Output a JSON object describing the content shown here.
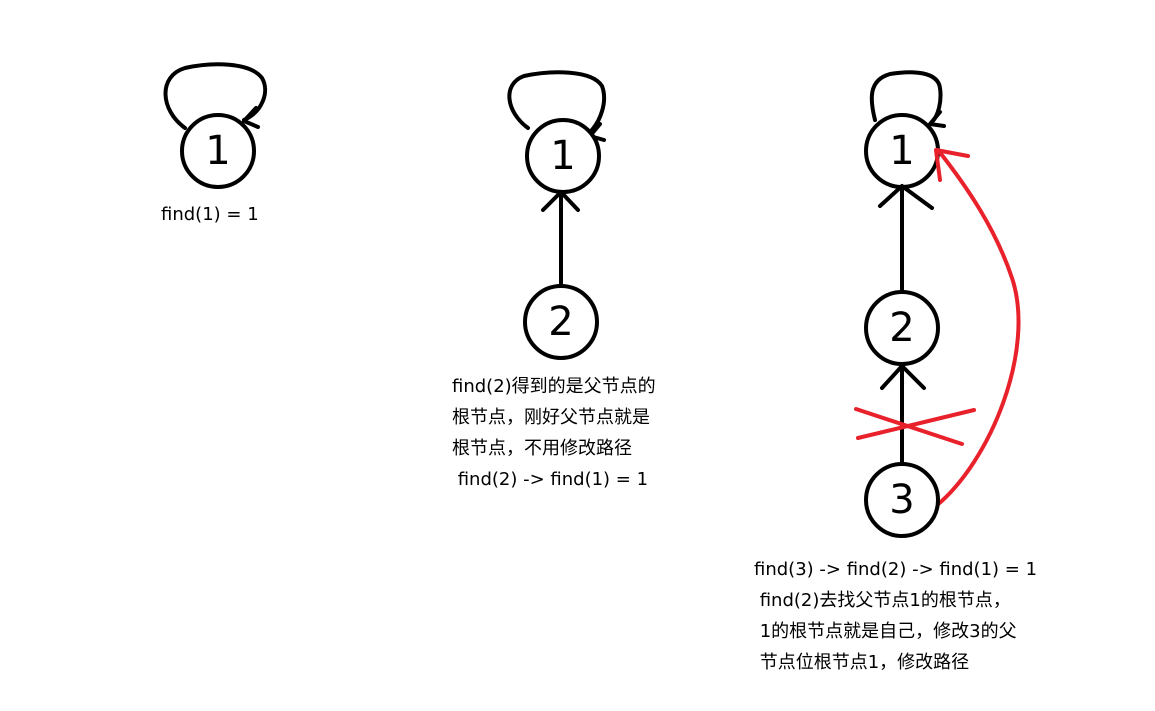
{
  "panels": [
    {
      "nodes": [
        {
          "label": "1"
        }
      ],
      "caption_lines": [
        "find(1) = 1"
      ]
    },
    {
      "nodes": [
        {
          "label": "1"
        },
        {
          "label": "2"
        }
      ],
      "caption_lines": [
        "find(2)得到的是父节点的",
        "根节点，刚好父节点就是",
        "根节点，不用修改路径",
        " find(2) -> find(1) = 1"
      ]
    },
    {
      "nodes": [
        {
          "label": "1"
        },
        {
          "label": "2"
        },
        {
          "label": "3"
        }
      ],
      "caption_lines": [
        "find(3) -> find(2) -> find(1) = 1",
        " find(2)去找父节点1的根节点，",
        " 1的根节点就是自己，修改3的父",
        " 节点位根节点1，修改路径"
      ]
    }
  ],
  "colors": {
    "ink": "#000000",
    "path_compression": "#e8212b"
  }
}
